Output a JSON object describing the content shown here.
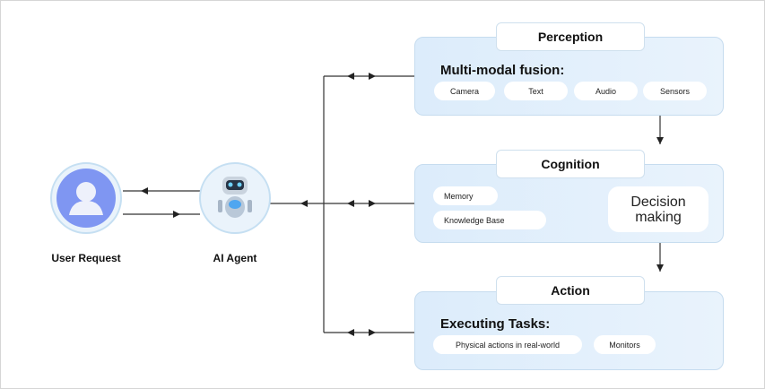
{
  "user": {
    "label": "User Request"
  },
  "agent": {
    "label": "AI Agent"
  },
  "perception": {
    "title": "Perception",
    "subtitle": "Multi-modal fusion:",
    "chips": [
      "Camera",
      "Text",
      "Audio",
      "Sensors"
    ]
  },
  "cognition": {
    "title": "Cognition",
    "inputs": [
      "Memory",
      "Knowledge Base"
    ],
    "decision": "Decision making"
  },
  "action": {
    "title": "Action",
    "subtitle": "Executing Tasks:",
    "chips": [
      "Physical actions in real-world",
      "Monitors"
    ]
  },
  "colors": {
    "panel": "#dcecfb",
    "user_icon": "#7f96f2",
    "line": "#222222"
  }
}
